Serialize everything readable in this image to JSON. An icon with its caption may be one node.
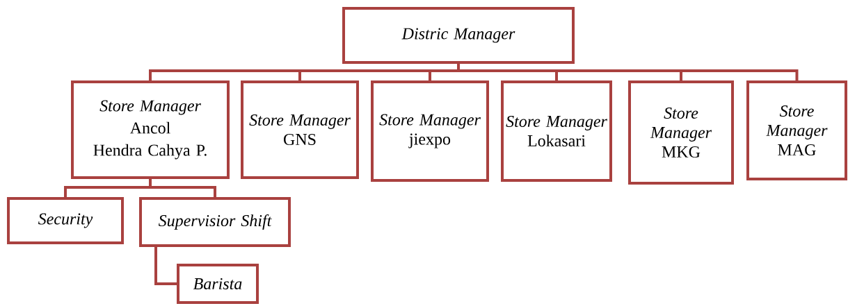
{
  "diagram": {
    "nodes": [
      {
        "text": [
          "Distric Manager"
        ]
      },
      {
        "text": [
          "Store Manager",
          "Ancol",
          "Hendra Cahya P."
        ]
      },
      {
        "text": [
          "Store Manager",
          "GNS"
        ]
      },
      {
        "text": [
          "Store Manager",
          "jiexpo"
        ]
      },
      {
        "text": [
          "Store Manager",
          "Lokasari"
        ]
      },
      {
        "text": [
          "Store Manager",
          "MKG"
        ]
      },
      {
        "text": [
          "Store Manager",
          "MAG"
        ]
      },
      {
        "text": [
          "Security"
        ]
      },
      {
        "text": [
          "Supervisior Shift"
        ]
      },
      {
        "text": [
          "Barista"
        ]
      }
    ],
    "edges": [
      {
        "from": 0,
        "to": 1,
        "arrow": "none"
      },
      {
        "from": 0,
        "to": 2,
        "arrow": "none"
      },
      {
        "from": 0,
        "to": 3,
        "arrow": "none"
      },
      {
        "from": 0,
        "to": 4,
        "arrow": "none"
      },
      {
        "from": 0,
        "to": 5,
        "arrow": "none"
      },
      {
        "from": 0,
        "to": 6,
        "arrow": "none"
      },
      {
        "from": 1,
        "to": 7,
        "arrow": "none"
      },
      {
        "from": 1,
        "to": 8,
        "arrow": "none"
      },
      {
        "from": 8,
        "to": 9,
        "arrow": "none"
      }
    ]
  }
}
